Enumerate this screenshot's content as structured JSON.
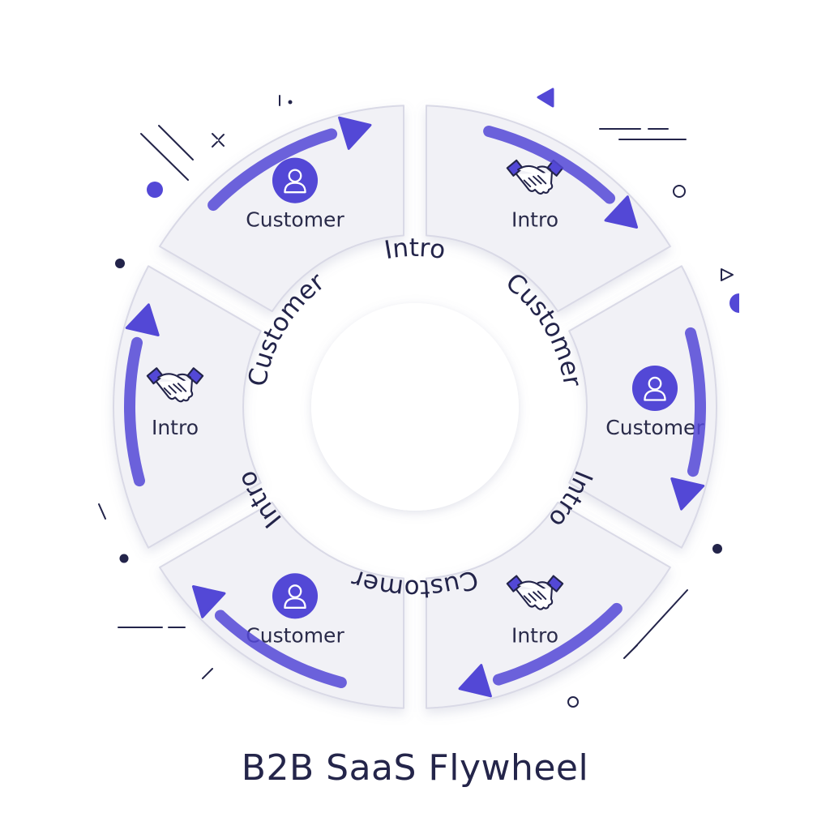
{
  "title": "B2B SaaS Flywheel",
  "colors": {
    "accent": "#5348d6",
    "segment_fill": "#f1f1f6",
    "segment_stroke": "#d9d9e6",
    "text": "#24254a"
  },
  "segments": [
    {
      "label": "Customer",
      "icon": "user-icon"
    },
    {
      "label": "Intro",
      "icon": "handshake-icon"
    },
    {
      "label": "Customer",
      "icon": "user-icon"
    },
    {
      "label": "Intro",
      "icon": "handshake-icon"
    },
    {
      "label": "Customer",
      "icon": "user-icon"
    },
    {
      "label": "Intro",
      "icon": "handshake-icon"
    }
  ],
  "inner_ring_words": [
    "Customer",
    "Intro",
    "Customer",
    "Intro",
    "Customer",
    "Intro"
  ]
}
